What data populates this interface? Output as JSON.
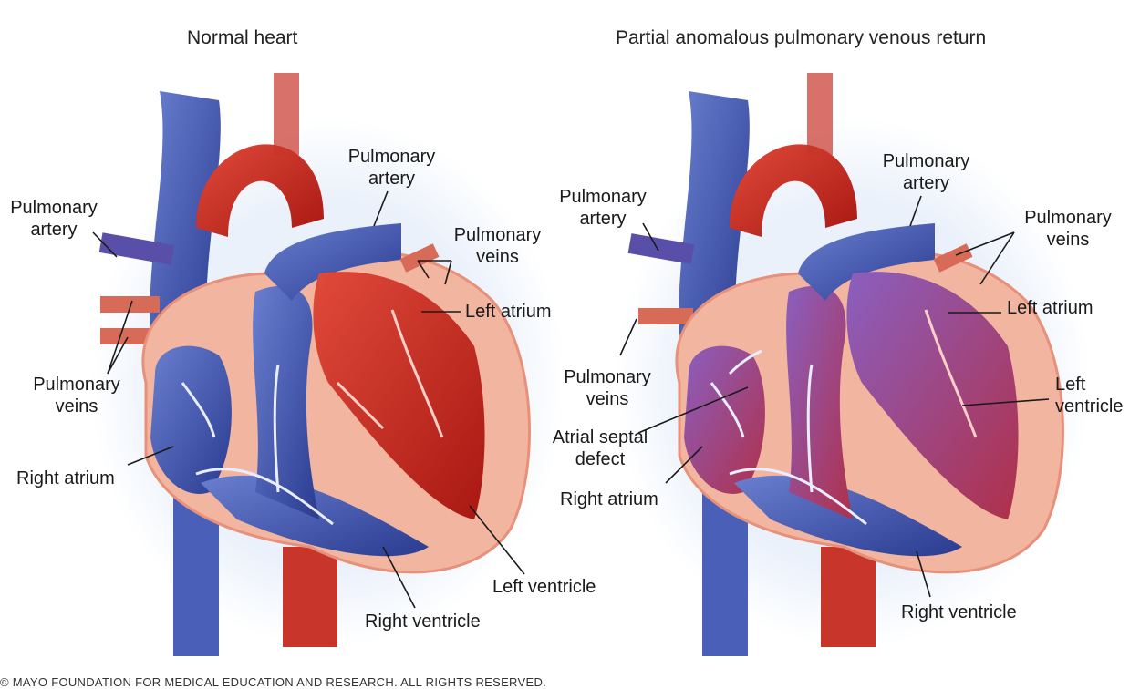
{
  "panels": [
    {
      "title": "Normal heart",
      "labels": {
        "pulmonary_artery_top": [
          "Pulmonary",
          "artery"
        ],
        "pulmonary_artery_side": [
          "Pulmonary",
          "artery"
        ],
        "pulmonary_veins_right": [
          "Pulmonary",
          "veins"
        ],
        "left_atrium": "Left atrium",
        "pulmonary_veins_left": [
          "Pulmonary",
          "veins"
        ],
        "right_atrium": "Right atrium",
        "left_ventricle": "Left ventricle",
        "right_ventricle": "Right ventricle"
      }
    },
    {
      "title": "Partial anomalous pulmonary venous return",
      "labels": {
        "pulmonary_artery_top": [
          "Pulmonary",
          "artery"
        ],
        "pulmonary_artery_side": [
          "Pulmonary",
          "artery"
        ],
        "pulmonary_veins_right": [
          "Pulmonary",
          "veins"
        ],
        "left_atrium": "Left atrium",
        "left_ventricle": [
          "Left",
          "ventricle"
        ],
        "pulmonary_veins_left": [
          "Pulmonary",
          "veins"
        ],
        "atrial_septal_defect": [
          "Atrial septal",
          "defect"
        ],
        "right_atrium": "Right atrium",
        "right_ventricle": "Right ventricle"
      }
    }
  ],
  "copyright": "© MAYO FOUNDATION FOR MEDICAL EDUCATION AND RESEARCH. ALL RIGHTS RESERVED.",
  "colors": {
    "oxygenated": "#c8281e",
    "deoxygenated": "#3b4fa8",
    "mixed": "#6a3f9a",
    "muscle": "#f2b5a0",
    "label_text": "#1a1a1a"
  }
}
